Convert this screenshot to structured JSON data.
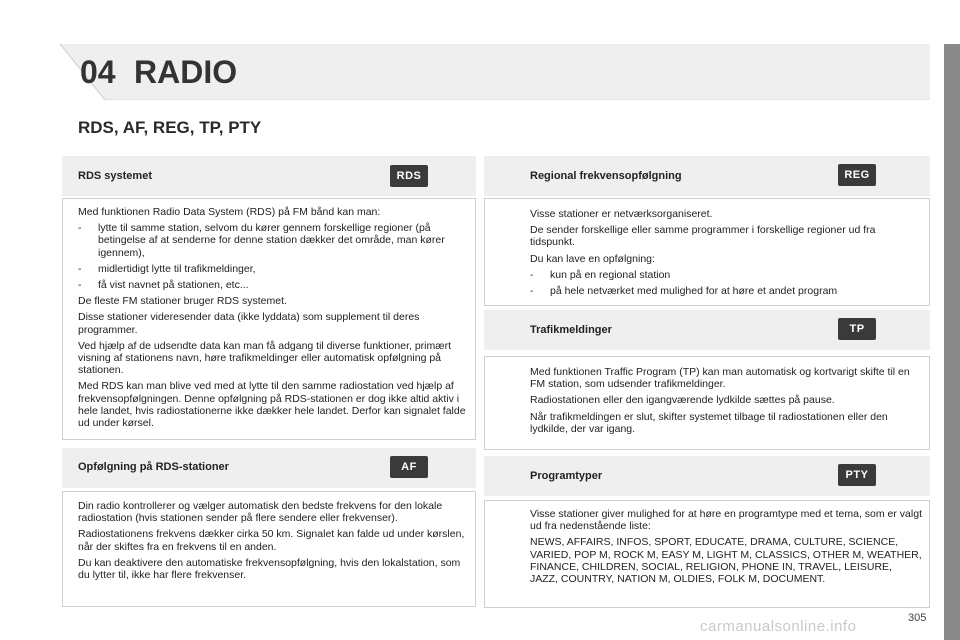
{
  "chapter": {
    "number": "04",
    "title": "RADIO"
  },
  "section_title": "RDS, AF, REG, TP, PTY",
  "left": {
    "rds": {
      "label": "RDS systemet",
      "badge": "RDS",
      "intro": "Med funktionen Radio Data System (RDS) på FM bånd kan man:",
      "bullets": [
        "lytte til samme station, selvom du kører gennem forskellige regioner (på betingelse af at senderne for denne station dækker det område, man kører igennem),",
        "midlertidigt lytte til trafikmeldinger,",
        "få vist navnet på stationen, etc..."
      ],
      "paragraphs": [
        "De fleste FM stationer bruger RDS systemet.",
        "Disse stationer videresender data (ikke lyddata) som supplement til deres programmer.",
        "Ved hjælp af de udsendte data kan man få adgang til diverse funktioner, primært visning af stationens navn, høre trafikmeldinger eller automatisk opfølgning på stationen.",
        "Med RDS kan man blive ved med at lytte til den samme radiostation ved hjælp af frekvensopfølgningen. Denne opfølgning på RDS-stationen er dog ikke altid aktiv i hele landet, hvis radiostationerne ikke dækker hele landet. Derfor kan signalet falde ud under kørsel."
      ]
    },
    "af": {
      "label": "Opfølgning på RDS-stationer",
      "badge": "AF",
      "paragraphs": [
        "Din radio kontrollerer og vælger automatisk den bedste frekvens for den lokale radiostation (hvis stationen sender på flere sendere eller frekvenser).",
        "Radiostationens frekvens dækker cirka 50 km. Signalet kan falde ud under kørslen, når der skiftes fra en frekvens til en anden.",
        "Du kan deaktivere den automatiske frekvensopfølgning, hvis den lokalstation, som du lytter til, ikke har flere frekvenser."
      ]
    }
  },
  "right": {
    "reg": {
      "label": "Regional frekvensopfølgning",
      "badge": "REG",
      "paragraphs": [
        "Visse stationer er netværksorganiseret.",
        "De sender forskellige eller samme programmer i forskellige regioner ud fra tidspunkt.",
        "Du kan lave en opfølgning:"
      ],
      "bullets": [
        "kun på en regional station",
        "på hele netværket med mulighed for at høre et andet program"
      ]
    },
    "tp": {
      "label": "Trafikmeldinger",
      "badge": "TP",
      "paragraphs": [
        "Med funktionen Traffic Program (TP) kan man automatisk og kortvarigt skifte til en FM station, som udsender trafikmeldinger.",
        "Radiostationen eller den igangværende lydkilde sættes på pause.",
        "Når trafikmeldingen er slut, skifter systemet tilbage til radiostationen eller den lydkilde, der var igang."
      ]
    },
    "pty": {
      "label": "Programtyper",
      "badge": "PTY",
      "paragraphs": [
        "Visse stationer giver mulighed for at høre en programtype med et tema, som er valgt ud fra nedenstående liste:",
        "NEWS, AFFAIRS, INFOS, SPORT, EDUCATE, DRAMA, CULTURE, SCIENCE, VARIED, POP M, ROCK M, EASY M, LIGHT M, CLASSICS, OTHER M, WEATHER, FINANCE, CHILDREN, SOCIAL, RELIGION, PHONE IN, TRAVEL, LEISURE, JAZZ, COUNTRY, NATION M, OLDIES, FOLK M, DOCUMENT."
      ]
    }
  },
  "page_number": "305",
  "watermark": "carmanualsonline.info"
}
